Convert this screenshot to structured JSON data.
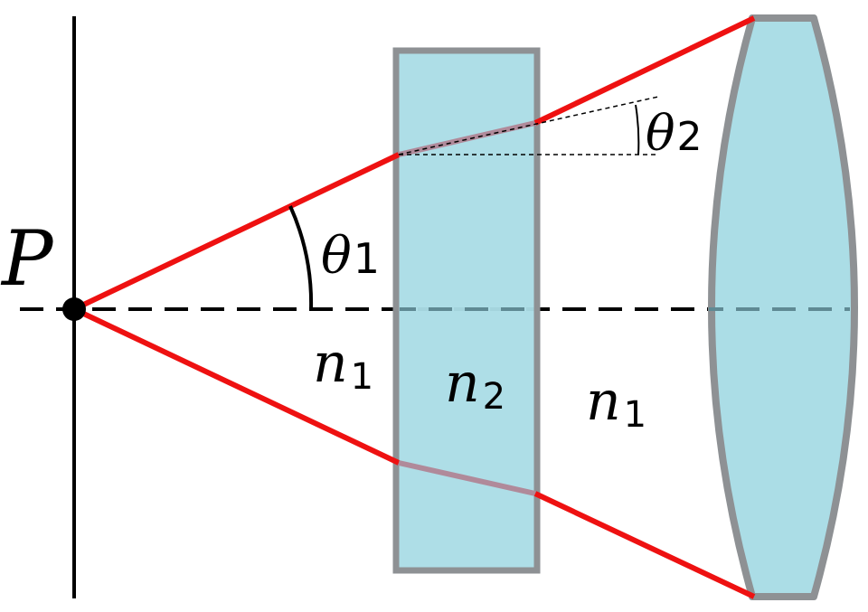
{
  "labels": {
    "point": "P",
    "theta1": {
      "symbol": "θ",
      "subscript": "1"
    },
    "theta2": {
      "symbol": "θ",
      "subscript": "2"
    },
    "n1_left": {
      "symbol": "n",
      "subscript": "1"
    },
    "n2": {
      "symbol": "n",
      "subscript": "2"
    },
    "n1_right": {
      "symbol": "n",
      "subscript": "1"
    }
  },
  "colors": {
    "ray": "#ee1111",
    "ray_in_glass": "#b08a9a",
    "glass_fill": "#abdde6",
    "glass_stroke": "#8e9194",
    "axis": "#000000",
    "axis_in_glass": "#5f8a94",
    "construction_line": "#000000"
  }
}
